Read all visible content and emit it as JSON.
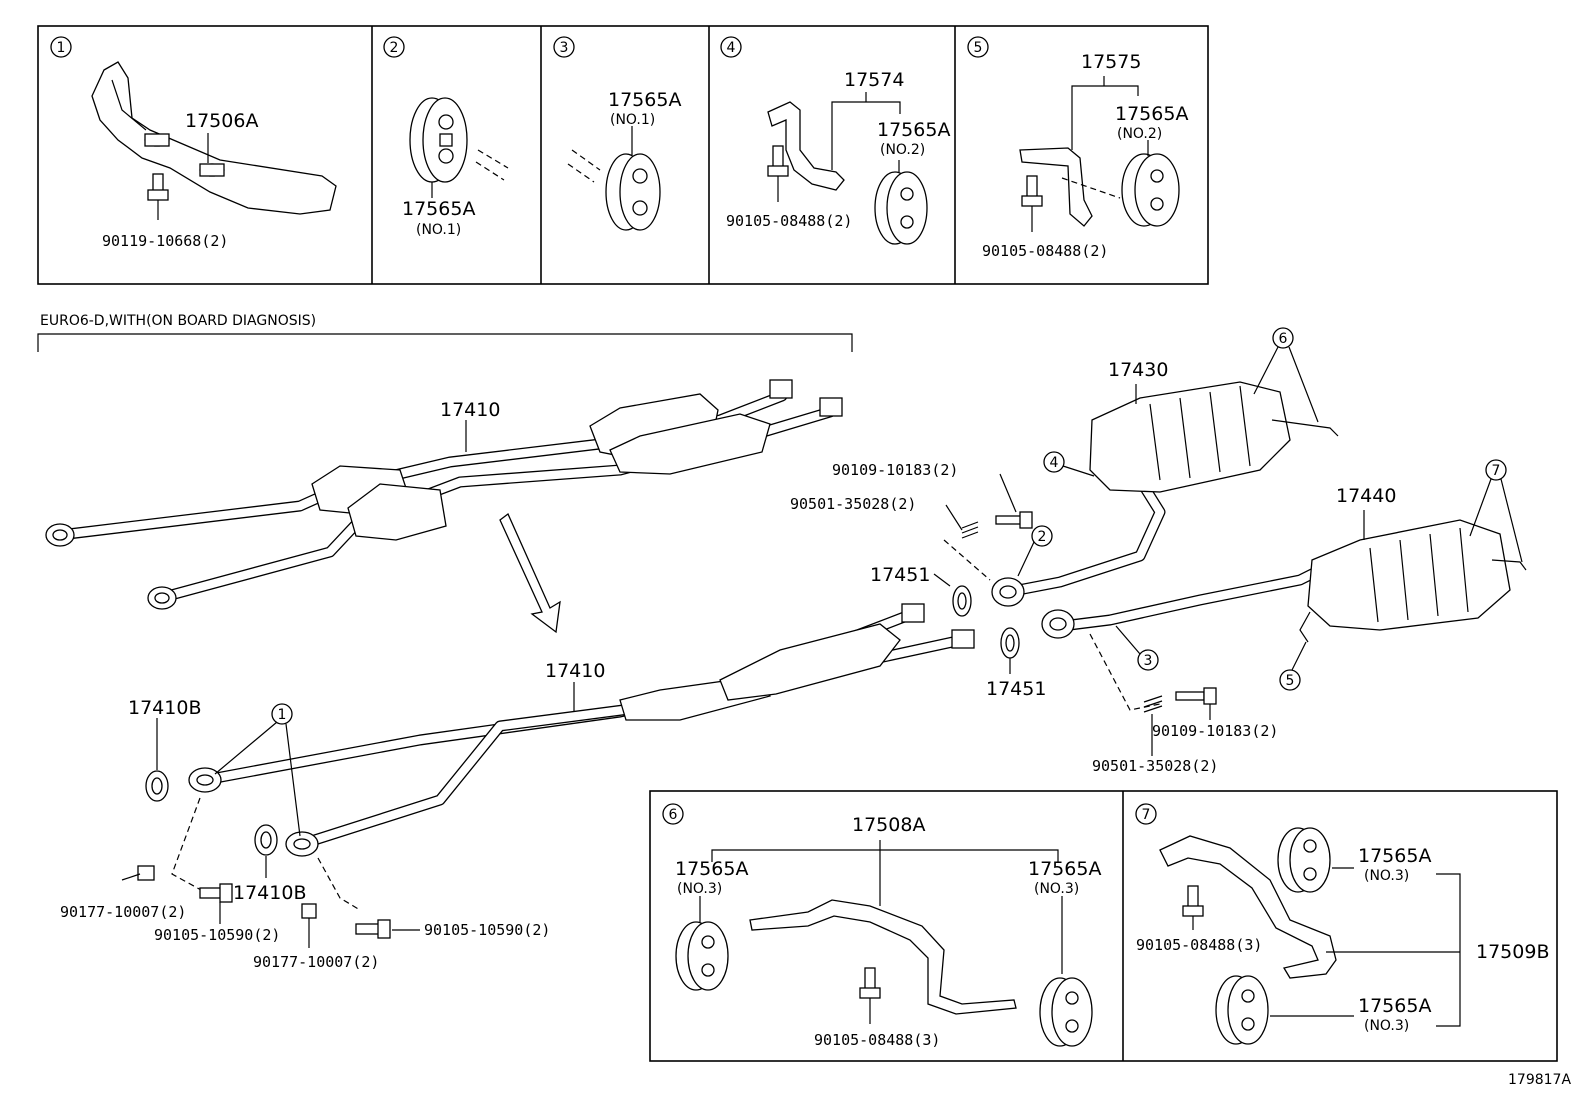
{
  "catalog_code": "179817A",
  "section_note": "EURO6-D,WITH(ON BOARD DIAGNOSIS)",
  "callouts": [
    "1",
    "2",
    "3",
    "4",
    "5",
    "6",
    "7"
  ],
  "panels": {
    "p1": {
      "num": "1",
      "part": "17506A",
      "bolt": "90119-10668(2)"
    },
    "p2": {
      "num": "2",
      "part": "17565A",
      "sub": "(NO.1)"
    },
    "p3": {
      "num": "3",
      "part": "17565A",
      "sub": "(NO.1)"
    },
    "p4": {
      "num": "4",
      "bracket": "17574",
      "part": "17565A",
      "sub": "(NO.2)",
      "bolt": "90105-08488(2)"
    },
    "p5": {
      "num": "5",
      "bracket": "17575",
      "part": "17565A",
      "sub": "(NO.2)",
      "bolt": "90105-08488(2)"
    },
    "p6": {
      "num": "6",
      "bracket": "17508A",
      "left_part": "17565A",
      "left_sub": "(NO.3)",
      "right_part": "17565A",
      "right_sub": "(NO.3)",
      "bolt": "90105-08488(3)"
    },
    "p7": {
      "num": "7",
      "bracket": "17509B",
      "top_part": "17565A",
      "top_sub": "(NO.3)",
      "bottom_part": "17565A",
      "bottom_sub": "(NO.3)",
      "bolt": "90105-08488(3)"
    }
  },
  "main": {
    "pipe_upper": "17410",
    "pipe_lower": "17410",
    "muffler_upper": "17430",
    "muffler_lower": "17440",
    "gasket_a": "17451",
    "gasket_b": "17451",
    "gasket_c": "17410B",
    "gasket_d": "17410B",
    "bolt_a": "90109-10183(2)",
    "spring_a": "90501-35028(2)",
    "bolt_b": "90109-10183(2)",
    "spring_b": "90501-35028(2)",
    "nut_a": "90177-10007(2)",
    "bolt_c": "90105-10590(2)",
    "nut_b": "90177-10007(2)",
    "bolt_d": "90105-10590(2)"
  }
}
